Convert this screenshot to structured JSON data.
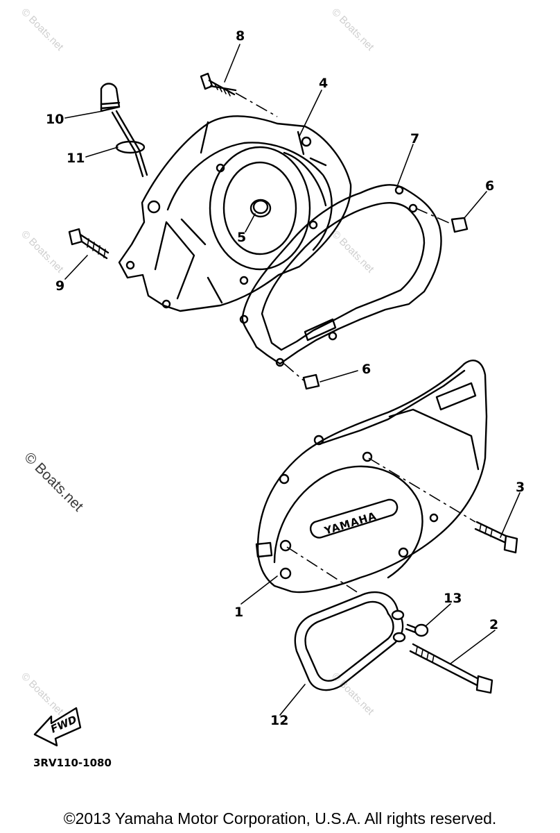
{
  "watermarks": {
    "small": "© Boats.net",
    "large": "© Boats.net"
  },
  "callouts": {
    "p1": "1",
    "p2": "2",
    "p3": "3",
    "p4": "4",
    "p5": "5",
    "p6a": "6",
    "p6b": "6",
    "p7": "7",
    "p8": "8",
    "p9": "9",
    "p10": "10",
    "p11": "11",
    "p12": "12",
    "p13": "13"
  },
  "cover_badge": "YAMAHA",
  "fwd_label": "FWD",
  "drawing_code": "3RV110-1080",
  "copyright": "©2013 Yamaha Motor Corporation, U.S.A. All rights reserved."
}
